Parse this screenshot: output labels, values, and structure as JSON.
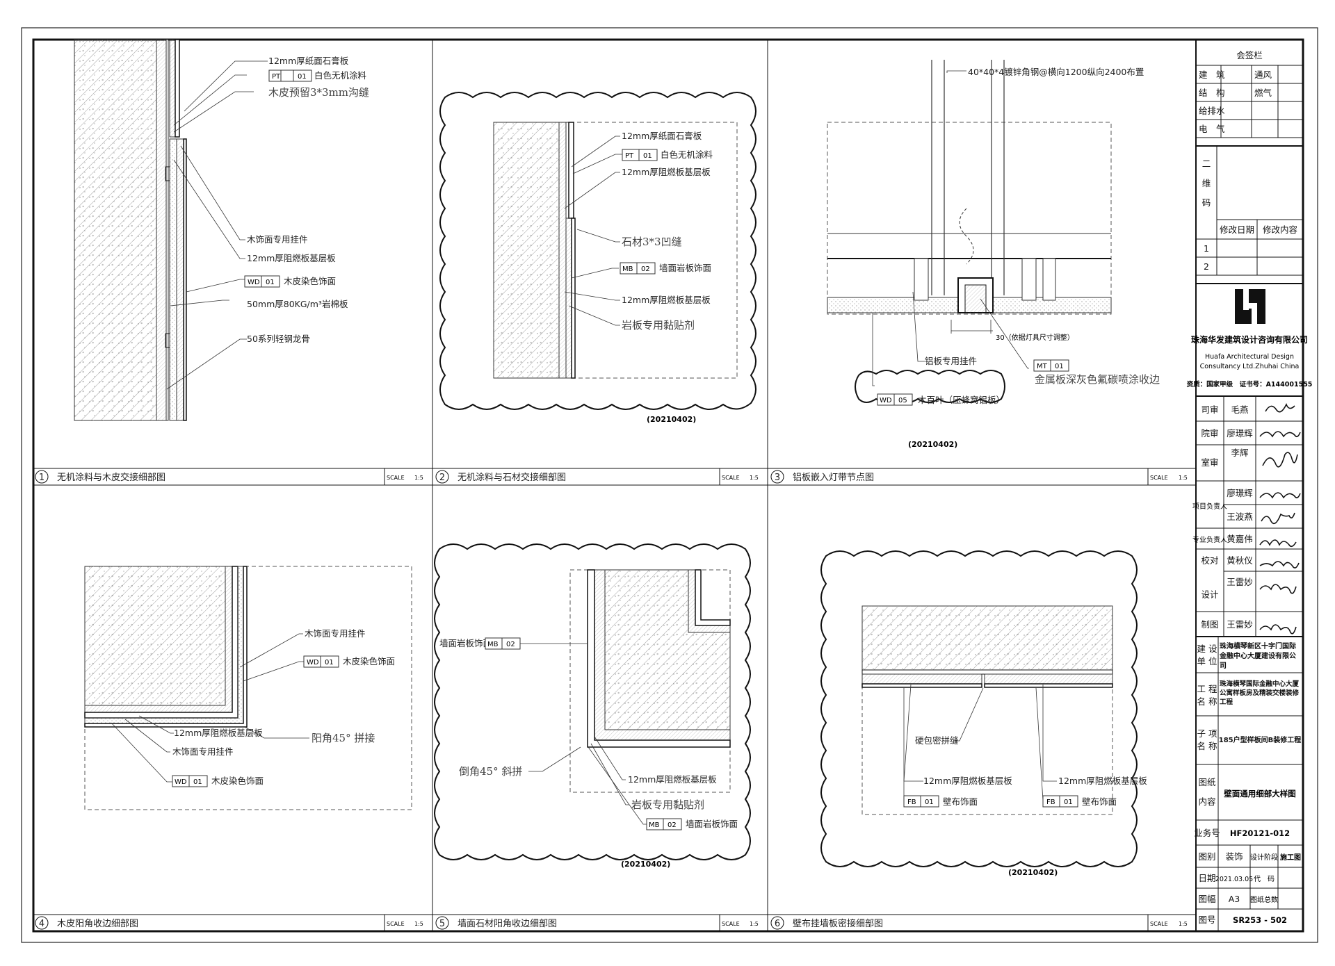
{
  "drawing": {
    "panels": [
      {
        "number": "1",
        "title": "无机涂料与木皮交接细部图",
        "scale_label": "SCALE",
        "scale": "1:5",
        "labels": [
          "12mm厚纸面石膏板",
          "白色无机涂料",
          "木皮预留3*3mm沟缝",
          "木饰面专用挂件",
          "12mm厚阻燃板基层板",
          "木皮染色饰面",
          "50mm厚80KG/m³岩棉板",
          "50系列轻钢龙骨"
        ],
        "tags": [
          {
            "code": "PT",
            "num": "01"
          },
          {
            "code": "WD",
            "num": "01"
          }
        ],
        "date": ""
      },
      {
        "number": "2",
        "title": "无机涂料与石材交接细部图",
        "scale_label": "SCALE",
        "scale": "1:5",
        "labels": [
          "12mm厚纸面石膏板",
          "白色无机涂料",
          "12mm厚阻燃板基层板",
          "石材3*3凹缝",
          "墙面岩板饰面",
          "12mm厚阻燃板基层板",
          "岩板专用黏贴剂"
        ],
        "tags": [
          {
            "code": "PT",
            "num": "01"
          },
          {
            "code": "MB",
            "num": "02"
          }
        ],
        "date": "(20210402)"
      },
      {
        "number": "3",
        "title": "铝板嵌入灯带节点图",
        "scale_label": "SCALE",
        "scale": "1:5",
        "labels": [
          "40*40*4镀锌角钢@横向1200纵向2400布置",
          "30（依据灯具尺寸调整）",
          "铝板专用挂件",
          "金属板深灰色氟碳喷涂收边",
          "木百叶（压蜂窝铝板）"
        ],
        "tags": [
          {
            "code": "MT",
            "num": "01"
          },
          {
            "code": "WD",
            "num": "05"
          }
        ],
        "date": "(20210402)"
      },
      {
        "number": "4",
        "title": "木皮阳角收边细部图",
        "scale_label": "SCALE",
        "scale": "1:5",
        "labels": [
          "木饰面专用挂件",
          "木皮染色饰面",
          "12mm厚阻燃板基层板",
          "木饰面专用挂件",
          "阳角45° 拼接",
          "木皮染色饰面"
        ],
        "tags": [
          {
            "code": "WD",
            "num": "01"
          },
          {
            "code": "WD",
            "num": "01"
          }
        ],
        "date": ""
      },
      {
        "number": "5",
        "title": "墙面石材阳角收边细部图",
        "scale_label": "SCALE",
        "scale": "1:5",
        "labels": [
          "墙面岩板饰面",
          "倒角45° 斜拼",
          "12mm厚阻燃板基层板",
          "岩板专用黏贴剂",
          "墙面岩板饰面"
        ],
        "tags": [
          {
            "code": "MB",
            "num": "02"
          },
          {
            "code": "MB",
            "num": "02"
          }
        ],
        "date": "(20210402)"
      },
      {
        "number": "6",
        "title": "壁布挂墙板密接细部图",
        "scale_label": "SCALE",
        "scale": "1:5",
        "labels": [
          "硬包密拼缝",
          "12mm厚阻燃板基层板",
          "壁布饰面",
          "12mm厚阻燃板基层板",
          "壁布饰面"
        ],
        "tags": [
          {
            "code": "FB",
            "num": "01"
          },
          {
            "code": "FB",
            "num": "01"
          }
        ],
        "date": "(20210402)"
      }
    ]
  },
  "title_block": {
    "countersign": "会签栏",
    "disciplines": [
      {
        "a": "建　筑",
        "b": "通风"
      },
      {
        "a": "结　构",
        "b": "燃气"
      },
      {
        "a": "给排水",
        "b": ""
      },
      {
        "a": "电　气",
        "b": ""
      }
    ],
    "qr_label": [
      "二",
      "维",
      "码"
    ],
    "rev_headers": [
      "修改日期",
      "修改内容"
    ],
    "rev_rows": [
      "1",
      "2"
    ],
    "company_cn": "珠海华发建筑设计咨询有限公司",
    "company_en1": "Huafa Architectural Design",
    "company_en2": "Consultancy Ltd.Zhuhai China",
    "qualification": "资质：国家甲级　证书号：A144001555",
    "roles": [
      {
        "role": "司审",
        "name": "毛燕"
      },
      {
        "role": "院审",
        "name": "廖璟辉"
      },
      {
        "role": "室审",
        "name": "李辉"
      },
      {
        "role": "项目负责人",
        "name": "廖璟辉"
      },
      {
        "role": "",
        "name": "王波燕"
      },
      {
        "role": "专业负责人",
        "name": "黄嘉伟"
      },
      {
        "role": "校对",
        "name": "黄秋仪"
      },
      {
        "role": "设计",
        "name": "王雷妙"
      },
      {
        "role": "制图",
        "name": "王雷妙"
      }
    ],
    "client_label": "建 设\n单 位",
    "client": "珠海横琴新区十字门国际金融中心大厦建设有限公司",
    "project_label": "工 程\n名 称",
    "project": "珠海横琴国际金融中心大厦公寓样板房及精装交楼装修工程",
    "subproject_label": "子 项\n名 称",
    "subproject": "185户型样板间B装修工程",
    "drawing_name_label": "图纸\n内容",
    "drawing_name": "壁面通用细部大样图",
    "job_no_label": "业务号",
    "job_no": "HF20121-012",
    "discipline_label": "图别",
    "discipline": "装饰",
    "stage_label": "设计阶段",
    "stage": "施工图",
    "date_label": "日期",
    "date": "2021.03.05",
    "code_label": "代　码",
    "size_label": "图幅",
    "size": "A3",
    "total_label": "图纸总数",
    "sheet_no_label": "图号",
    "sheet_no": "SR253 - 502"
  }
}
